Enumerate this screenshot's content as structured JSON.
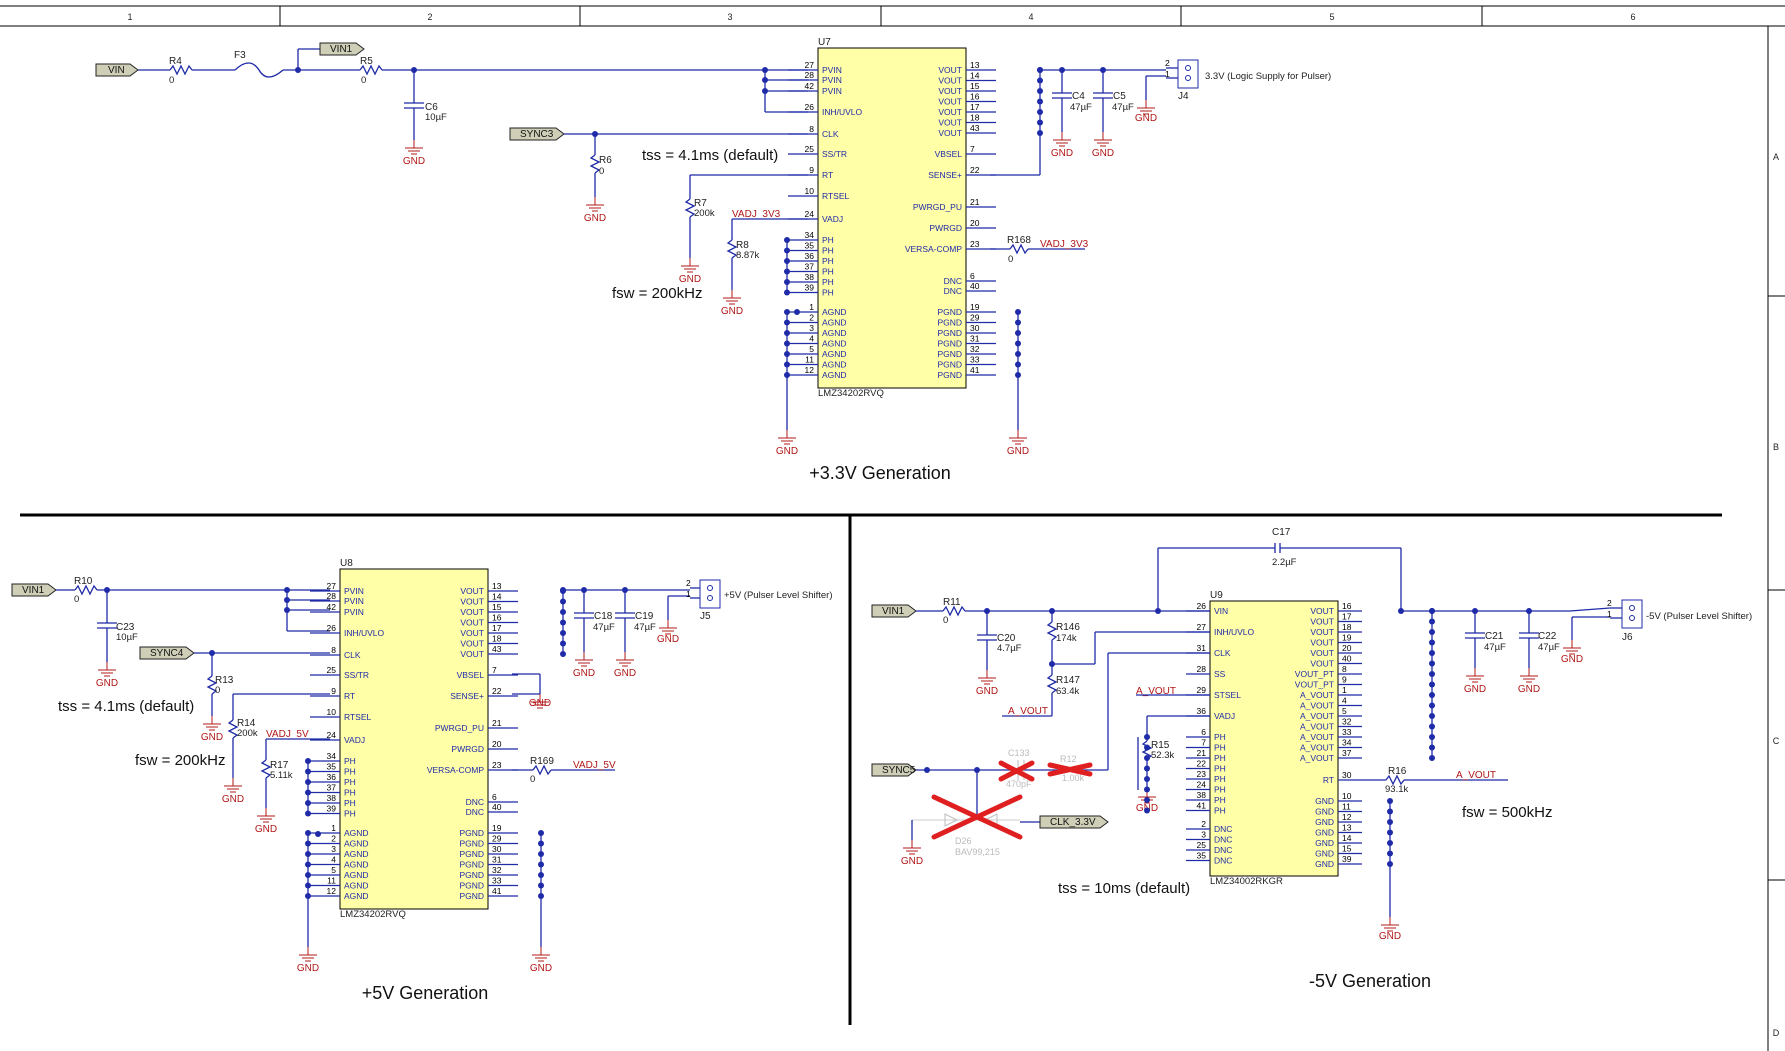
{
  "frame": {
    "columns": [
      "1",
      "2",
      "3",
      "4",
      "5",
      "6"
    ],
    "rows": [
      "A",
      "B",
      "C",
      "D"
    ]
  },
  "sections": {
    "s33": "+3.3V Generation",
    "s5": "+5V Generation",
    "sm5": "-5V Generation"
  },
  "notes": {
    "tss_u7": "tss = 4.1ms (default)",
    "fsw_u7": "fsw = 200kHz",
    "tss_u8": "tss = 4.1ms (default)",
    "fsw_u8": "fsw = 200kHz",
    "tss_u9": "tss = 10ms (default)",
    "fsw_u9": "fsw = 500kHz"
  },
  "flags": {
    "vin": "VIN",
    "vin1_top": "VIN1",
    "sync3": "SYNC3",
    "vin1_u8": "VIN1",
    "sync4": "SYNC4",
    "vin1_u9": "VIN1",
    "sync5": "SYNC5",
    "clk33": "CLK_3.3V"
  },
  "gnd": "GND",
  "u7": {
    "ref": "U7",
    "part": "LMZ34202RVQ",
    "left_pins": [
      {
        "n": "27",
        "l": "PVIN"
      },
      {
        "n": "28",
        "l": "PVIN"
      },
      {
        "n": "42",
        "l": "PVIN"
      },
      {
        "n": "26",
        "l": "INH/UVLO"
      },
      {
        "n": "8",
        "l": "CLK"
      },
      {
        "n": "25",
        "l": "SS/TR"
      },
      {
        "n": "9",
        "l": "RT"
      },
      {
        "n": "10",
        "l": "RTSEL"
      },
      {
        "n": "24",
        "l": "VADJ"
      },
      {
        "n": "34",
        "l": "PH"
      },
      {
        "n": "35",
        "l": "PH"
      },
      {
        "n": "36",
        "l": "PH"
      },
      {
        "n": "37",
        "l": "PH"
      },
      {
        "n": "38",
        "l": "PH"
      },
      {
        "n": "39",
        "l": "PH"
      },
      {
        "n": "1",
        "l": "AGND"
      },
      {
        "n": "2",
        "l": "AGND"
      },
      {
        "n": "3",
        "l": "AGND"
      },
      {
        "n": "4",
        "l": "AGND"
      },
      {
        "n": "5",
        "l": "AGND"
      },
      {
        "n": "11",
        "l": "AGND"
      },
      {
        "n": "12",
        "l": "AGND"
      }
    ],
    "right_pins": [
      {
        "n": "13",
        "l": "VOUT"
      },
      {
        "n": "14",
        "l": "VOUT"
      },
      {
        "n": "15",
        "l": "VOUT"
      },
      {
        "n": "16",
        "l": "VOUT"
      },
      {
        "n": "17",
        "l": "VOUT"
      },
      {
        "n": "18",
        "l": "VOUT"
      },
      {
        "n": "43",
        "l": "VOUT"
      },
      {
        "n": "7",
        "l": "VBSEL"
      },
      {
        "n": "22",
        "l": "SENSE+"
      },
      {
        "n": "21",
        "l": "PWRGD_PU"
      },
      {
        "n": "20",
        "l": "PWRGD"
      },
      {
        "n": "23",
        "l": "VERSA-COMP"
      },
      {
        "n": "6",
        "l": "DNC"
      },
      {
        "n": "40",
        "l": "DNC"
      },
      {
        "n": "19",
        "l": "PGND"
      },
      {
        "n": "29",
        "l": "PGND"
      },
      {
        "n": "30",
        "l": "PGND"
      },
      {
        "n": "31",
        "l": "PGND"
      },
      {
        "n": "32",
        "l": "PGND"
      },
      {
        "n": "33",
        "l": "PGND"
      },
      {
        "n": "41",
        "l": "PGND"
      }
    ]
  },
  "u8": {
    "ref": "U8",
    "part": "LMZ34202RVQ"
  },
  "u9": {
    "ref": "U9",
    "part": "LMZ34002RKGR",
    "left_pins": [
      {
        "n": "26",
        "l": "VIN"
      },
      {
        "n": "27",
        "l": "INH/UVLO"
      },
      {
        "n": "31",
        "l": "CLK"
      },
      {
        "n": "28",
        "l": "SS"
      },
      {
        "n": "29",
        "l": "STSEL"
      },
      {
        "n": "36",
        "l": "VADJ"
      },
      {
        "n": "6",
        "l": "PH"
      },
      {
        "n": "7",
        "l": "PH"
      },
      {
        "n": "21",
        "l": "PH"
      },
      {
        "n": "22",
        "l": "PH"
      },
      {
        "n": "23",
        "l": "PH"
      },
      {
        "n": "24",
        "l": "PH"
      },
      {
        "n": "38",
        "l": "PH"
      },
      {
        "n": "41",
        "l": "PH"
      },
      {
        "n": "2",
        "l": "DNC"
      },
      {
        "n": "3",
        "l": "DNC"
      },
      {
        "n": "25",
        "l": "DNC"
      },
      {
        "n": "35",
        "l": "DNC"
      }
    ],
    "right_pins": [
      {
        "n": "16",
        "l": "VOUT"
      },
      {
        "n": "17",
        "l": "VOUT"
      },
      {
        "n": "18",
        "l": "VOUT"
      },
      {
        "n": "19",
        "l": "VOUT"
      },
      {
        "n": "20",
        "l": "VOUT"
      },
      {
        "n": "40",
        "l": "VOUT"
      },
      {
        "n": "8",
        "l": "VOUT_PT"
      },
      {
        "n": "9",
        "l": "VOUT_PT"
      },
      {
        "n": "1",
        "l": "A_VOUT"
      },
      {
        "n": "4",
        "l": "A_VOUT"
      },
      {
        "n": "5",
        "l": "A_VOUT"
      },
      {
        "n": "32",
        "l": "A_VOUT"
      },
      {
        "n": "33",
        "l": "A_VOUT"
      },
      {
        "n": "34",
        "l": "A_VOUT"
      },
      {
        "n": "37",
        "l": "A_VOUT"
      },
      {
        "n": "30",
        "l": "RT"
      },
      {
        "n": "10",
        "l": "GND"
      },
      {
        "n": "11",
        "l": "GND"
      },
      {
        "n": "12",
        "l": "GND"
      },
      {
        "n": "13",
        "l": "GND"
      },
      {
        "n": "14",
        "l": "GND"
      },
      {
        "n": "15",
        "l": "GND"
      },
      {
        "n": "39",
        "l": "GND"
      }
    ]
  },
  "components": {
    "R4": [
      "R4",
      "0"
    ],
    "F3": [
      "F3",
      ""
    ],
    "R5": [
      "R5",
      "0"
    ],
    "C6": [
      "C6",
      "10µF"
    ],
    "R6": [
      "R6",
      "0"
    ],
    "R7": [
      "R7",
      "200k"
    ],
    "R8": [
      "R8",
      "8.87k"
    ],
    "R168": [
      "R168",
      "0"
    ],
    "C4": [
      "C4",
      "47µF"
    ],
    "C5": [
      "C5",
      "47µF"
    ],
    "J4": [
      "J4",
      "3.3V (Logic Supply for Pulser)"
    ],
    "R10": [
      "R10",
      "0"
    ],
    "C23": [
      "C23",
      "10µF"
    ],
    "R13": [
      "R13",
      "0"
    ],
    "R14": [
      "R14",
      "200k"
    ],
    "R17": [
      "R17",
      "5.11k"
    ],
    "R169": [
      "R169",
      "0"
    ],
    "C18": [
      "C18",
      "47µF"
    ],
    "C19": [
      "C19",
      "47µF"
    ],
    "J5": [
      "J5",
      "+5V (Pulser Level Shifter)"
    ],
    "R11": [
      "R11",
      "0"
    ],
    "C20": [
      "C20",
      "4.7µF"
    ],
    "R146": [
      "R146",
      "174k"
    ],
    "R147": [
      "R147",
      "63.4k"
    ],
    "R15": [
      "R15",
      "52.3k"
    ],
    "C17": [
      "C17",
      "2.2µF"
    ],
    "C21": [
      "C21",
      "47µF"
    ],
    "C22": [
      "C22",
      "47µF"
    ],
    "R16": [
      "R16",
      "93.1k"
    ],
    "J6": [
      "J6",
      "-5V (Pulser Level Shifter)"
    ],
    "C133": [
      "C133",
      "470pF"
    ],
    "R12": [
      "R12",
      "1.00k"
    ],
    "D26": [
      "D26",
      "BAV99,215"
    ]
  },
  "nets": {
    "vadj33": "VADJ_3V3",
    "vadj5": "VADJ_5V",
    "avout": "A_VOUT"
  },
  "conn_pins": [
    "2",
    "1"
  ]
}
